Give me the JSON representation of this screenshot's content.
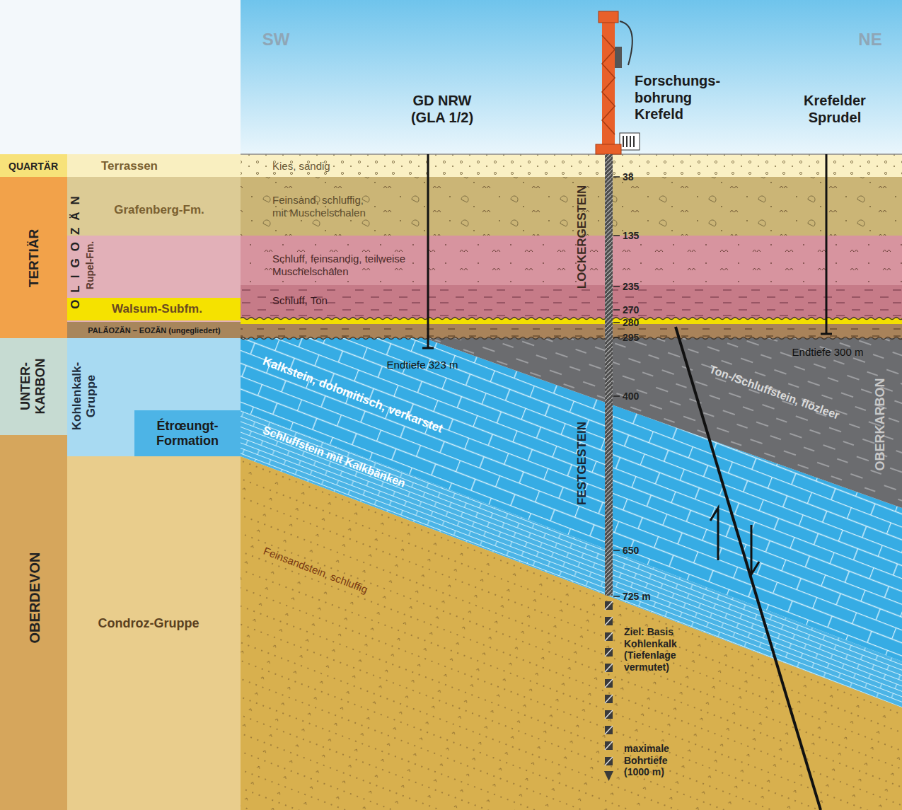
{
  "diagram": {
    "nodes": [
      {
        "text": [
          "QUARTÄR"
        ]
      },
      {
        "text": [
          "Terrassen"
        ]
      },
      {
        "text": [
          "TERTIÄR"
        ]
      },
      {
        "text": [
          "Grafenberg-Fm."
        ]
      },
      {
        "text": [
          "Rupel-Fm."
        ]
      },
      {
        "text": [
          "Walsum-Subfm."
        ]
      },
      {
        "text": [
          "PALÄOZÄN – EOZÄN (ungegliedert)"
        ]
      },
      {
        "text": [
          "UNTER- KARBON"
        ]
      },
      {
        "text": [
          "Kohlenkalk- Gruppe"
        ]
      },
      {
        "text": [
          "Étrœungt- Formation"
        ],
        "in": 8
      },
      {
        "text": [
          "OBERDEVON"
        ]
      },
      {
        "text": [
          "Condroz-Gruppe"
        ]
      }
    ],
    "labels": [
      "SW",
      "NE",
      "GD NRW (GLA 1/2)",
      "Forschungs- bohrung Krefeld",
      "Krefelder Sprudel",
      "OLIGOZÄN",
      "Kies, sandig",
      "38",
      "Feinsand, schluffig, mit Muschelschalen",
      "LOCKERGESTEIN",
      "135",
      "Schluff, feinsandig, teilweise Muschelschalen",
      "235",
      "Schluff, Ton",
      "270",
      "280",
      "295",
      "Endtiefe 323 m",
      "Endtiefe 300 m",
      "Kalkstein, dolomitisch, verkarstet",
      "400",
      "Ton-/Schluffstein, flözleer",
      "OBERKARBON",
      "Schluffstein mit Kalkbänken",
      "FESTGESTEIN",
      "650",
      "725 m",
      "Ziel: Basis Kohlenkalk (Tiefenlage vermutet)",
      "Feinsandstein, schluffig",
      "maximale Bohrtiefe (1000 m)"
    ]
  }
}
